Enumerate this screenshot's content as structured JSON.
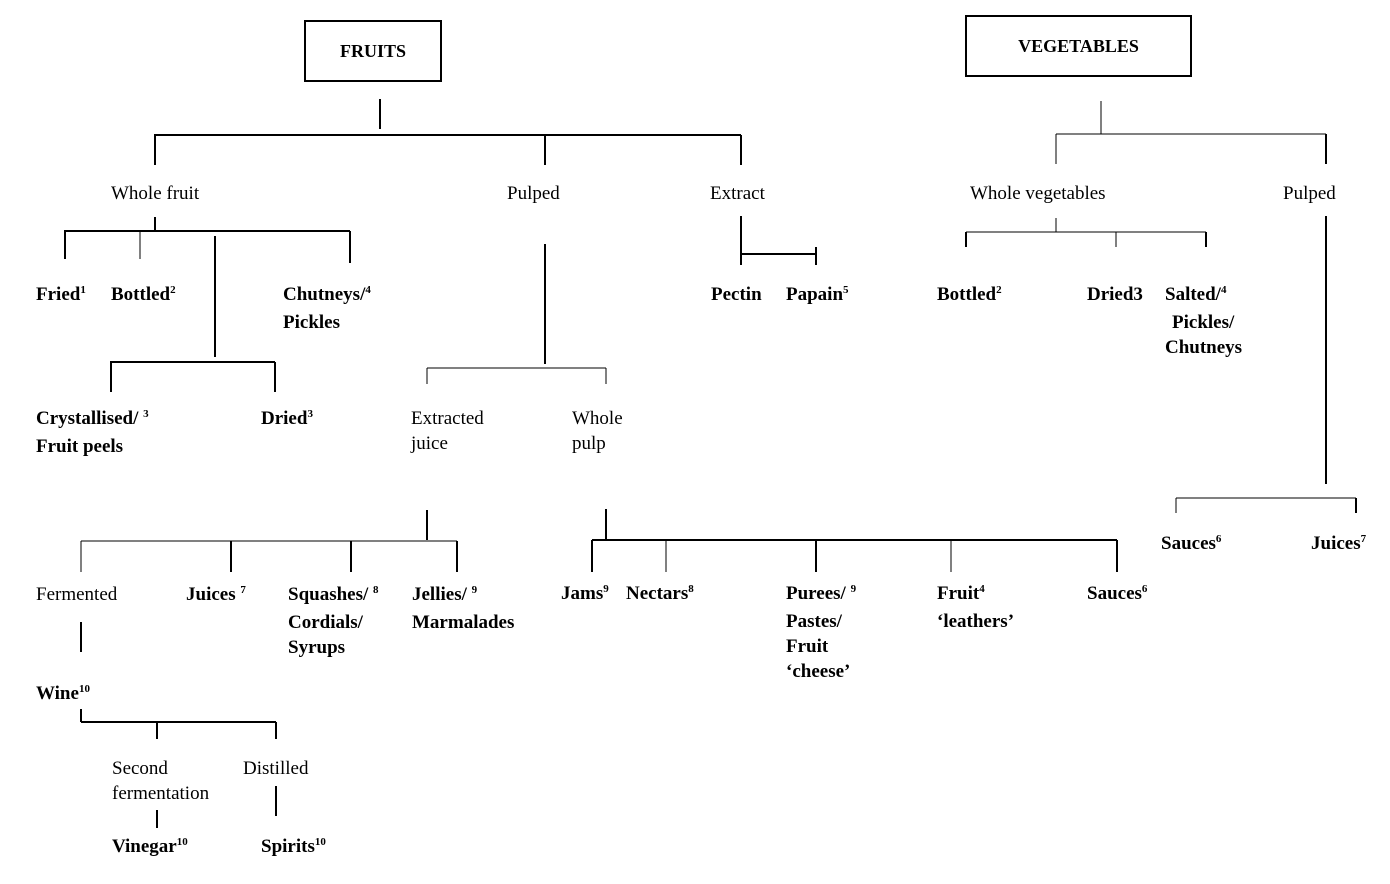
{
  "roots": {
    "fruits": "FRUITS",
    "vegetables": "VEGETABLES"
  },
  "fruits": {
    "whole_fruit": "Whole fruit",
    "pulped": "Pulped",
    "extract": "Extract",
    "fried": {
      "text": "Fried",
      "note": "1"
    },
    "bottled": {
      "text": "Bottled",
      "note": "2"
    },
    "chutneys": {
      "line1": "Chutneys/",
      "note": "4",
      "line2": "Pickles"
    },
    "crystallised": {
      "line1": "Crystallised/ ",
      "note": "3",
      "line2": "Fruit peels"
    },
    "dried": {
      "text": "Dried",
      "note": "3"
    },
    "pectin": "Pectin",
    "papain": {
      "text": "Papain",
      "note": "5"
    },
    "extracted_juice": {
      "line1": "Extracted",
      "line2": "juice"
    },
    "whole_pulp": {
      "line1": "Whole",
      "line2": "pulp"
    },
    "fermented": "Fermented",
    "juices": {
      "text": "Juices ",
      "note": "7"
    },
    "squashes": {
      "line1": "Squashes/ ",
      "note": "8",
      "line2": "Cordials/",
      "line3": "Syrups"
    },
    "jellies": {
      "line1": "Jellies/ ",
      "note": "9",
      "line2": "Marmalades"
    },
    "jams": {
      "text": "Jams",
      "note": "9"
    },
    "nectars": {
      "text": "Nectars",
      "note": "8"
    },
    "purees": {
      "line1": "Purees/ ",
      "note": "9",
      "line2": "Pastes/",
      "line3": "Fruit",
      "line4": "‘cheese’"
    },
    "fruit_leathers": {
      "line1": "Fruit",
      "note": "4",
      "line2": "‘leathers’"
    },
    "sauces": {
      "text": "Sauces",
      "note": "6"
    },
    "wine": {
      "text": "Wine",
      "note": "10"
    },
    "second_fermentation": {
      "line1": "Second",
      "line2": "fermentation"
    },
    "distilled": "Distilled",
    "vinegar": {
      "text": "Vinegar",
      "note": "10"
    },
    "spirits": {
      "text": "Spirits",
      "note": "10"
    }
  },
  "vegetables": {
    "whole_vegetables": "Whole vegetables",
    "pulped": "Pulped",
    "bottled": {
      "text": "Bottled",
      "note": "2"
    },
    "dried": "Dried3",
    "salted": {
      "line1": "Salted/",
      "note": "4",
      "line2": "Pickles/",
      "line3": "Chutneys"
    },
    "sauces": {
      "text": "Sauces",
      "note": "6"
    },
    "juices": {
      "text": "Juices",
      "note": "7"
    }
  }
}
